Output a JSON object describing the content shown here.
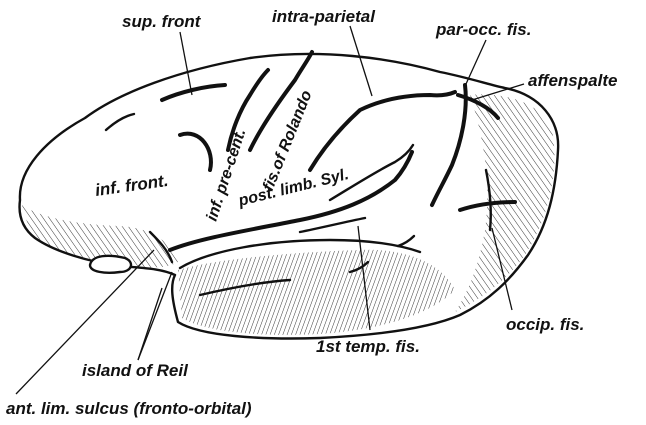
{
  "figure": {
    "labels": {
      "sup_front": "sup. front",
      "intra_parietal": "intra-parietal",
      "par_occ_fis": "par-occ. fis.",
      "affenspalte": "affenspalte",
      "fis_of_rolando": "fis.of Rolando",
      "inf_pre_cent": "inf. pre-cent.",
      "inf_front": "inf. front.",
      "post_limb_syl": "post. limb. Syl.",
      "island_of_reil": "island of Reil",
      "ant_lim_sulcus": "ant. lim. sulcus (fronto-orbital)",
      "first_temp_fis": "1st temp. fis.",
      "occip_fis": "occip. fis."
    }
  }
}
